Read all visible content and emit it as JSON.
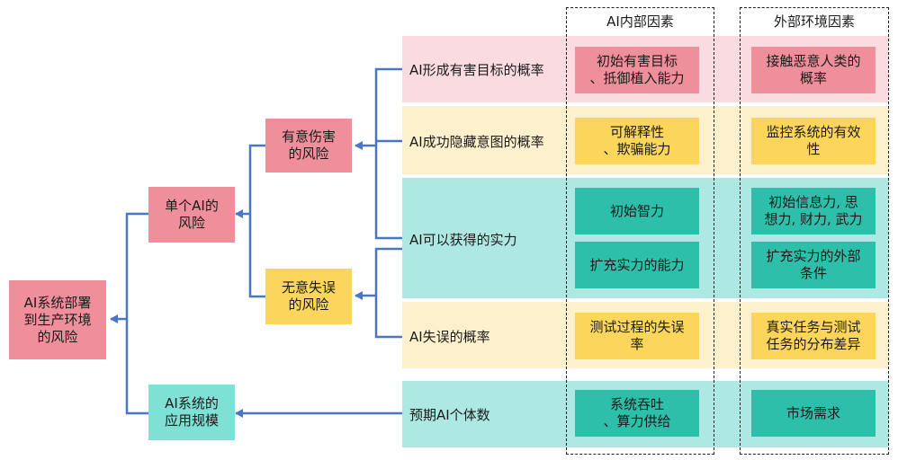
{
  "columns": {
    "internal": "AI内部因素",
    "external": "外部环境因素"
  },
  "root": "AI系统部署\n到生产环境\n的风险",
  "level1": {
    "single": "单个AI的\n风险",
    "application": "AI系统的\n应用规模"
  },
  "level2": {
    "intentional": "有意伤害\n的风险",
    "unintentional": "无意失误\n的风险"
  },
  "factors": [
    {
      "label": "AI形成有害目标的概率",
      "internal": "初始有害目标\n、抵御植入能力",
      "external": "接触恶意人类的\n概率"
    },
    {
      "label": "AI成功隐藏意图的概率",
      "internal": "可解释性\n、欺骗能力",
      "external": "监控系统的有效\n性"
    },
    {
      "label": "AI可以获得的实力",
      "internal": "初始智力",
      "external": "初始信息力, 思\n想力, 财力, 武力",
      "internal2": "扩充实力的能力",
      "external2": "扩充实力的外部\n条件"
    },
    {
      "label": "AI失误的概率",
      "internal": "测试过程的失误\n率",
      "external": "真实任务与测试\n任务的分布差异"
    },
    {
      "label": "预期AI个体数",
      "internal": "系统吞吐\n、算力供给",
      "external": "市场需求"
    }
  ],
  "colors": {
    "connector": "#4a76c6",
    "pink_band": "#fadbe0",
    "yellow_band": "#fdf0cc",
    "teal_band": "#aee8e2"
  }
}
